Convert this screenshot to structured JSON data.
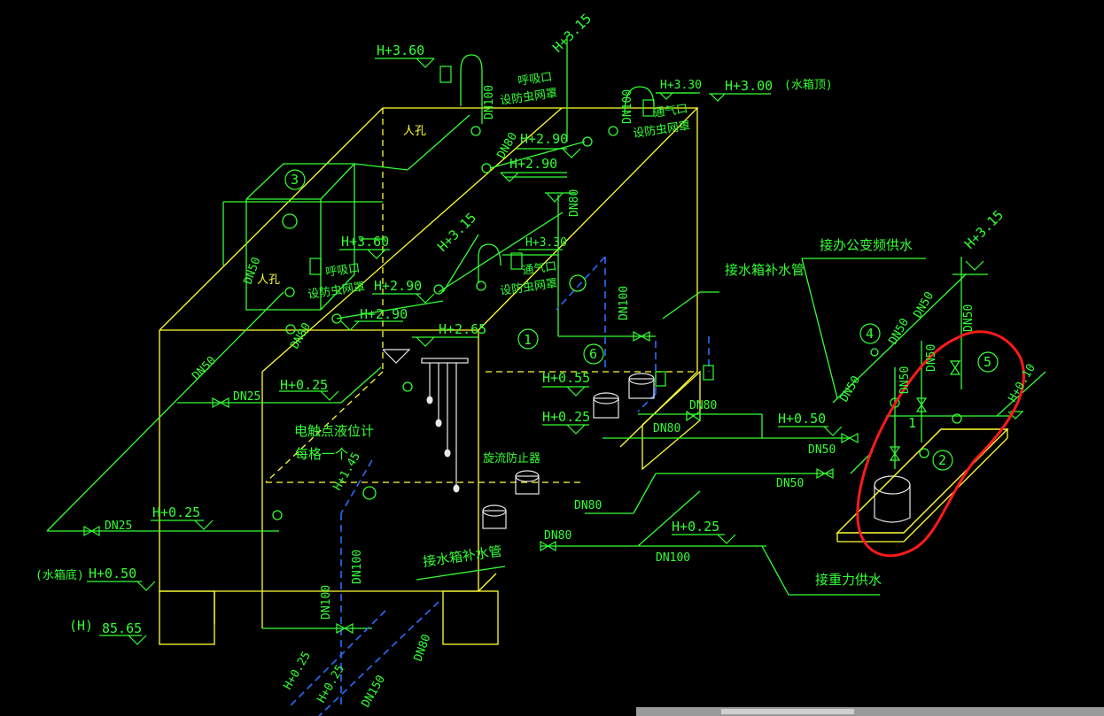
{
  "labels": {
    "h360_top": "H+3.60",
    "h315_top": "H+3.15",
    "h330_top": "H+3.30",
    "h300_top": "H+3.00",
    "tank_top": "(水箱顶)",
    "breath_top": "呼吸口",
    "mesh_top": "设防虫网罩",
    "vent_top": "通气口",
    "mesh_top2": "设防虫网罩",
    "manhole_a": "人孔",
    "dn100_a": "DN100",
    "dn100_b": "DN100",
    "dn80_a": "DN80",
    "h290_a": "H+2.90",
    "h290_b": "H+2.90",
    "dn80_b": "DN80",
    "circ3": "3",
    "h315_mid": "H+3.15",
    "h360_mid": "H+3.60",
    "h330_mid": "H+3.30",
    "breath_mid": "呼吸口",
    "mesh_mid": "设防虫网罩",
    "vent_mid": "通气口",
    "mesh_mid2": "设防虫网罩",
    "dn50_a": "DN50",
    "manhole_b": "人孔",
    "h290_c": "H+2.90",
    "h290_d": "H+2.90",
    "dn80_c": "DN80",
    "h265": "H+2.65",
    "circ1": "1",
    "dn100_c": "DN100",
    "supply_pipe_top": "接水箱补水管",
    "dn50_b": "DN50",
    "dn25_a": "DN25",
    "h025_a": "H+0.25",
    "level_gauge": "电触点液位计",
    "each_one": "每格一个",
    "h145": "H+1.45",
    "backflow": "旋流防止器",
    "circ6": "6",
    "h055": "H+0.55",
    "h025_b": "H+0.25",
    "dn80_d": "DN80",
    "dn80_e": "DN80",
    "dn80_f": "DN80",
    "dn80_g": "DN80",
    "dn25_b": "DN25",
    "h025_c": "H+0.25",
    "tank_bottom": "(水箱底)",
    "h050_a": "H+0.50",
    "h_mark": "(H)",
    "h8565": "85.65",
    "dn100_d": "DN100",
    "dn100_e": "DN100",
    "supply_pipe_bottom": "接水箱补水管",
    "dn80_h": "DN80",
    "h025_d": "H+0.25",
    "h025_e": "H+0.25",
    "dn150": "DN150",
    "h050_b": "H+0.50",
    "dn50_c": "DN50",
    "dn50_d": "DN50",
    "h025_f": "H+0.25",
    "dn100_f": "DN100",
    "gravity_supply": "接重力供水",
    "office_supply": "接办公变频供水",
    "h315_right": "H+3.15",
    "circ4": "4",
    "dn50_e": "DN50",
    "dn50_f": "DN50",
    "dn50_g": "DN50",
    "dn50_h": "DN50",
    "dn50_i": "DN50",
    "dn50_j": "DN50",
    "circ5": "5",
    "h010": "H+0.10",
    "circ2": "2",
    "num1_right": "1"
  },
  "colors": {
    "pipe": "#33ff33",
    "tank": "#ffff33",
    "drain": "#2a6cff",
    "equipment": "#e8e8e8",
    "highlight": "#ff1a1a",
    "background": "#000000"
  }
}
